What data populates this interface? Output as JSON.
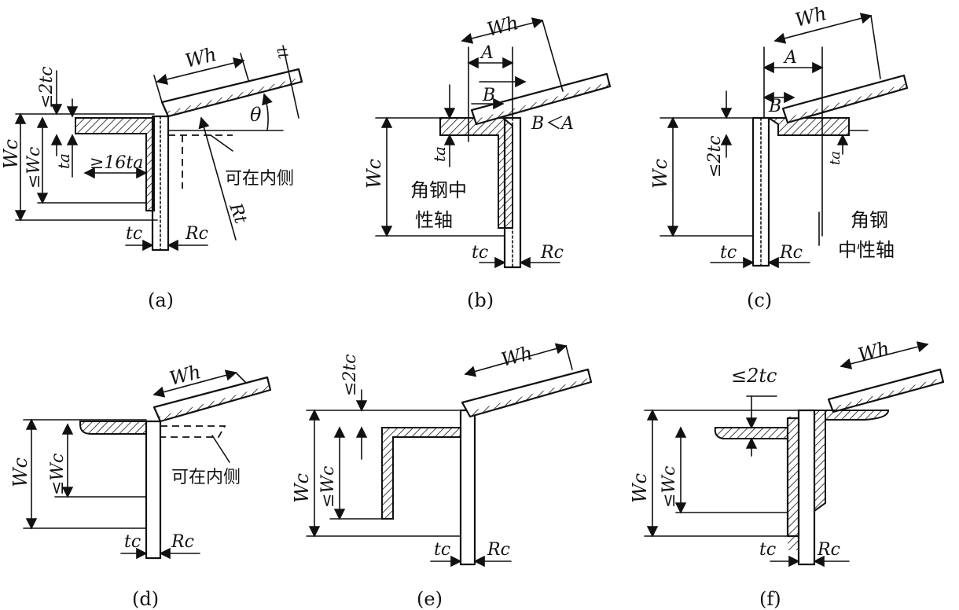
{
  "labels": {
    "wh": "Wh",
    "wc": "Wc",
    "le_wc": "≤Wc",
    "le_2tc": "≤2tc",
    "ge_16ta": "≥16ta",
    "ta": "ta",
    "tc": "tc",
    "rc": "Rc",
    "rt": "Rt",
    "tt": "tt",
    "theta": "θ",
    "a": "A",
    "b": "B",
    "b_lt_a": "B＜A",
    "inner_side": "可在内侧",
    "neutral_axis_1": "角钢中",
    "neutral_axis_2": "性轴",
    "neutral_axis_c1": "角钢",
    "neutral_axis_c2": "中性轴"
  },
  "captions": {
    "a": "(a)",
    "b": "(b)",
    "c": "(c)",
    "d": "(d)",
    "e": "(e)",
    "f": "(f)"
  }
}
